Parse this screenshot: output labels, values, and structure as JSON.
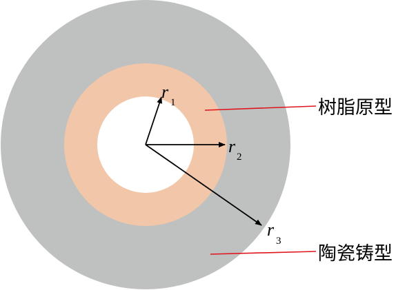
{
  "colors": {
    "outer_ring": "#bfc0c0",
    "middle_ring": "#f2c6a8",
    "inner_core": "#ffffff",
    "arrow": "#000000",
    "leader_line": "#e0141b"
  },
  "radii_labels": [
    {
      "symbol": "r",
      "subscript": "1"
    },
    {
      "symbol": "r",
      "subscript": "2"
    },
    {
      "symbol": "r",
      "subscript": "3"
    }
  ],
  "callouts": {
    "resin_pattern": "树脂原型",
    "ceramic_mold": "陶瓷铸型"
  }
}
